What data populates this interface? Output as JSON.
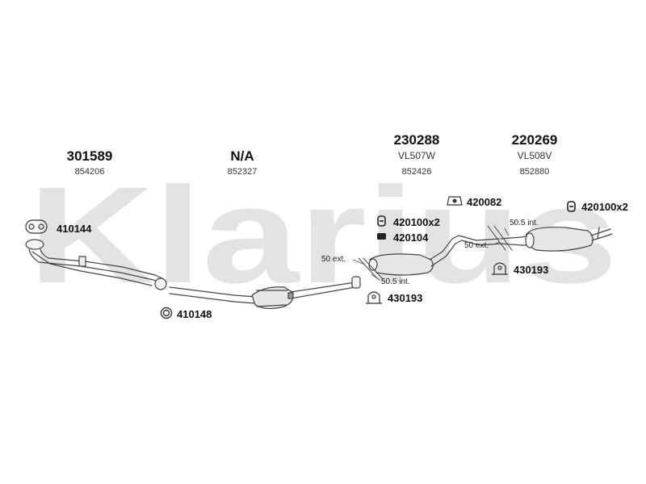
{
  "watermark": {
    "text": "Klarius",
    "color": "#e3e3e3"
  },
  "sections": [
    {
      "main": "301589",
      "sub": "854206",
      "model": ""
    },
    {
      "main": "N/A",
      "sub": "852327",
      "model": ""
    },
    {
      "main": "230288",
      "model": "VL507W",
      "sub": "852426"
    },
    {
      "main": "220269",
      "model": "VL508V",
      "sub": "852880"
    }
  ],
  "fittings": [
    {
      "part": "410144",
      "icon": "gasket-icon"
    },
    {
      "part": "410148",
      "icon": "ring-icon"
    },
    {
      "part": "420082",
      "icon": "rubber-mount-icon"
    },
    {
      "part": "420100x2",
      "icon": "rubber-hanger-icon"
    },
    {
      "part": "420104",
      "icon": "hanger-icon"
    },
    {
      "part": "430193",
      "icon": "clamp-icon"
    },
    {
      "part": "430193",
      "icon": "clamp-icon"
    },
    {
      "part": "420100x2",
      "icon": "rubber-hanger-icon"
    }
  ],
  "dimensions": [
    "50 ext.",
    "50.5 int.",
    "50.5 int.",
    "50 ext."
  ]
}
